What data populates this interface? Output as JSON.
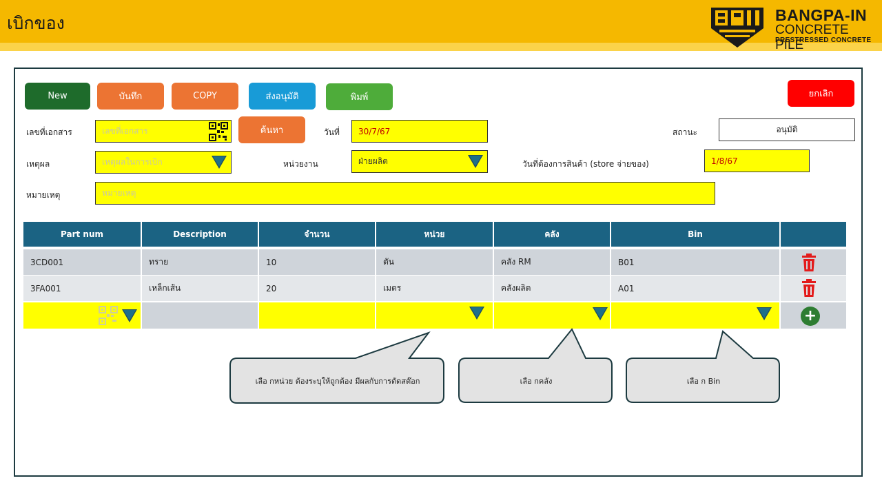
{
  "header": {
    "title": "เบิกของ",
    "brand_line1": "BANGPA-IN",
    "brand_line2": "CONCRETE PILE",
    "brand_line3": "PRESTRESSED CONCRETE"
  },
  "toolbar": {
    "new_label": "New",
    "save_label": "บันทึก",
    "copy_label": "COPY",
    "submit_label": "ส่งอนุมัติ",
    "print_label": "พิมพ์",
    "cancel_label": "ยกเลิก",
    "search_label": "ค้นหา"
  },
  "form": {
    "doc_no_label": "เลขที่เอกสาร",
    "doc_no_placeholder": "เลขที่เอกสาร",
    "date_label": "วันที่",
    "date_value": "30/7/67",
    "status_label": "สถานะ",
    "status_value": "อนุมัติ",
    "reason_label": "เหตุผล",
    "reason_placeholder": "เหตุผลในการเบิก",
    "unit_label": "หน่วยงาน",
    "unit_value": "ฝ่ายผลิต",
    "required_date_label": "วันที่ต้องการสินค้า (store จ่ายของ)",
    "required_date_value": "1/8/67",
    "note_label": "หมายเหตุ",
    "note_placeholder": "หมายเหตุ"
  },
  "table": {
    "columns": [
      "Part num",
      "Description",
      "จำนวน",
      "หน่วย",
      "คลัง",
      "Bin",
      ""
    ],
    "rows": [
      [
        "3CD001",
        "ทราย",
        "10",
        "ตัน",
        "คลัง RM",
        "B01"
      ],
      [
        "3FA001",
        "เหล็กเส้น",
        "20",
        "เมตร",
        "คลังผลิต",
        "A01"
      ]
    ]
  },
  "callouts": {
    "unit_note": "เลือ กหน่วย ต้องระบุให้ถูกต้อง มีผลกับการตัดสต๊อก",
    "store_note": "เลือ กคลัง",
    "bin_note": "เลือ ก Bin"
  },
  "colors": {
    "header_yellow": "#f5b800",
    "field_yellow": "#ffff00",
    "table_header": "#1b6383",
    "new_green": "#1e6b2b",
    "orange": "#ec7433",
    "blue": "#189bd7",
    "print_green": "#4eac3a",
    "cancel_red": "#ff0000"
  }
}
